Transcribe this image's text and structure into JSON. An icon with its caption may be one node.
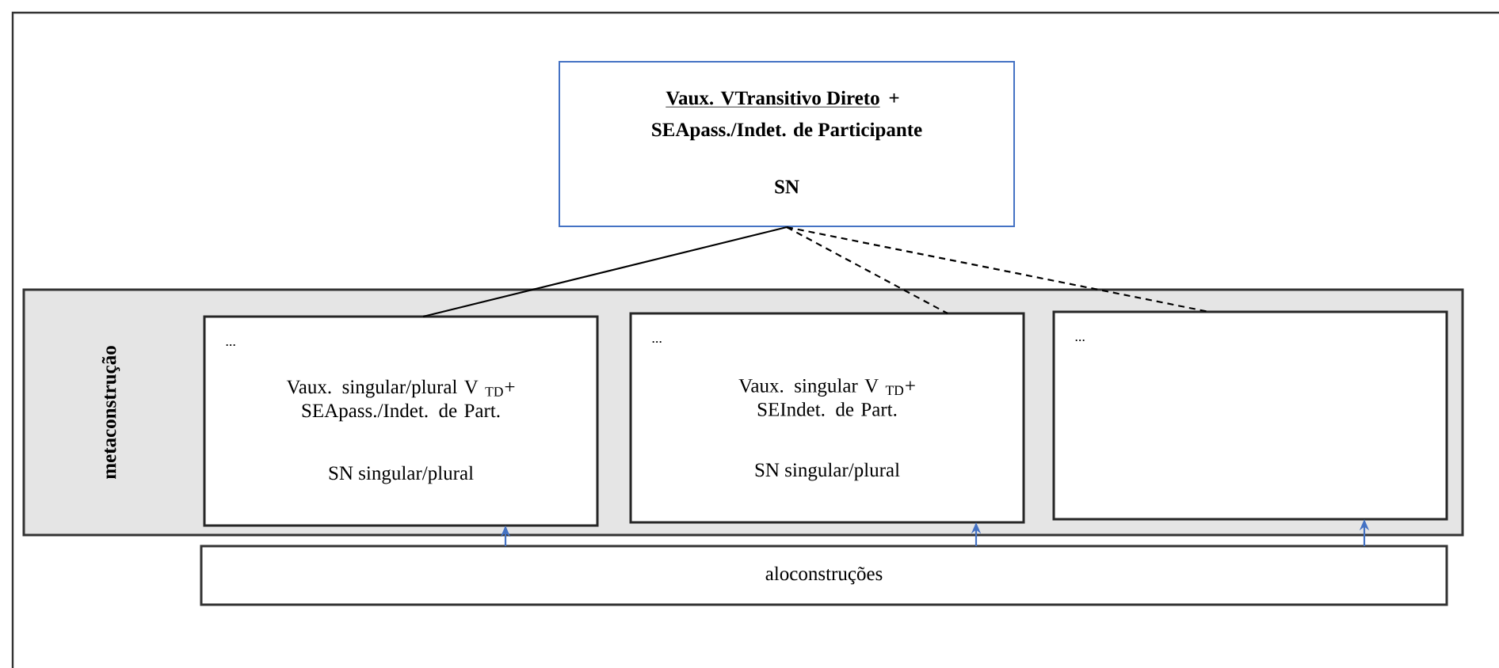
{
  "diagram": {
    "nodes": [
      {
        "text": [
          "Vaux. VTransitivo Direto",
          "+",
          "SEApass./Indet. de Participante",
          "SN"
        ]
      },
      {
        "text": [
          "metaconstrução"
        ]
      },
      {
        "text": [
          "...",
          "Vaux.  singular/plural V $_{TD}$+ SEApass./Indet. de Part.",
          "SN singular/plural"
        ],
        "in": 1
      },
      {
        "text": [
          "...",
          "Vaux.  singular V $_{TD}$+ SEIndet. de Part.",
          "SN singular/plural"
        ],
        "in": 1
      },
      {
        "text": [
          "..."
        ],
        "in": 1
      },
      {
        "text": [
          "aloconstruções"
        ]
      }
    ],
    "edges": [
      {
        "from": 0,
        "to": 2,
        "arrow": "none"
      },
      {
        "from": 0,
        "to": 3,
        "arrow": "none",
        "style": "dashed"
      },
      {
        "from": 0,
        "to": 4,
        "arrow": "none",
        "style": "dashed"
      },
      {
        "from": 5,
        "to": 2,
        "arrow": "to",
        "color": "#4472c4"
      },
      {
        "from": 5,
        "to": 3,
        "arrow": "to",
        "color": "#4472c4"
      },
      {
        "from": 5,
        "to": 4,
        "arrow": "to",
        "color": "#4472c4"
      }
    ]
  }
}
